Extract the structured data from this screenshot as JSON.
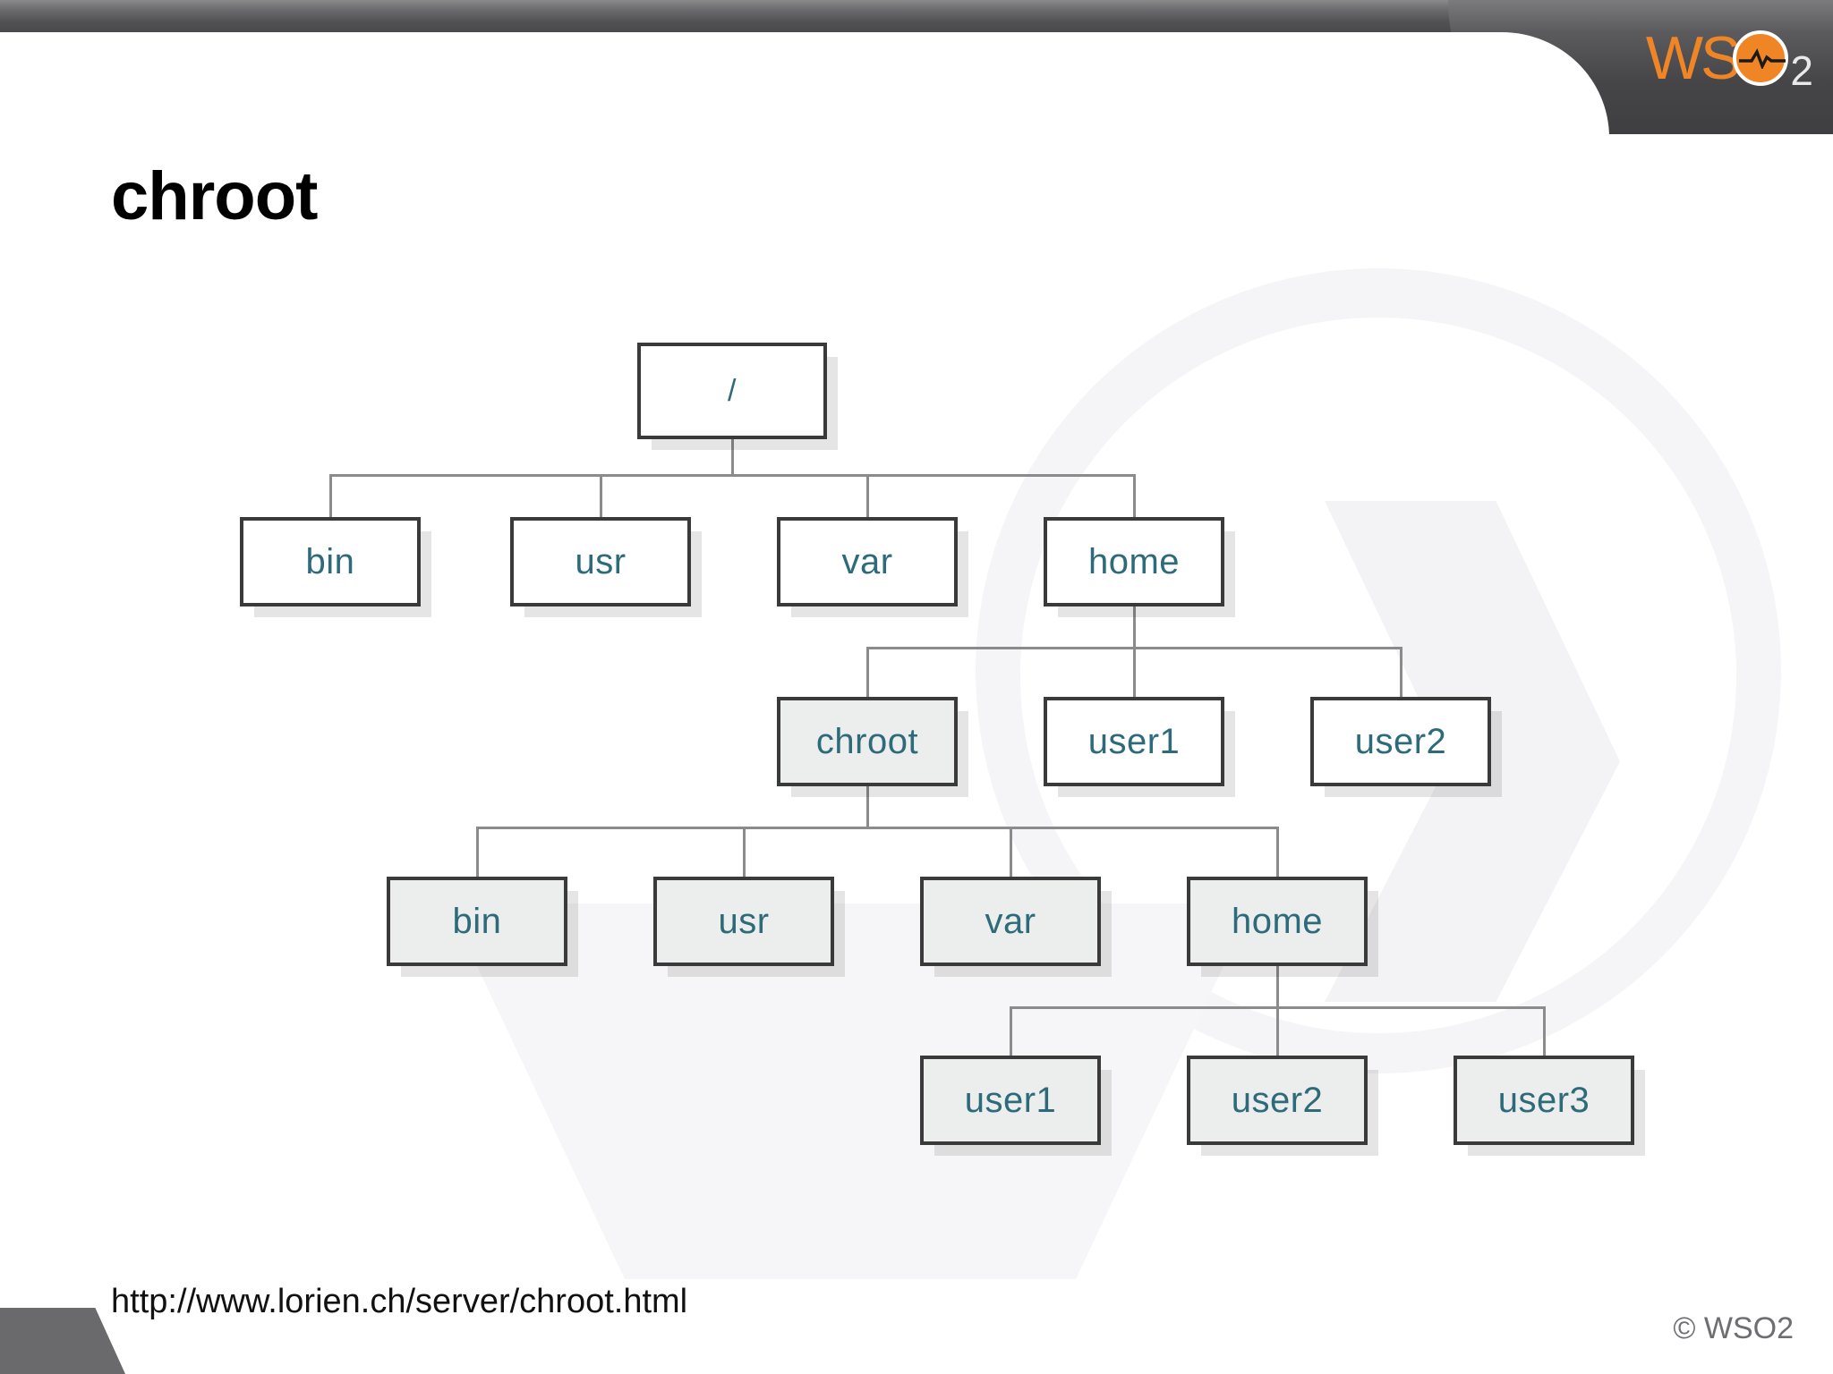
{
  "brand": {
    "logo_text_primary": "WS",
    "logo_text_subscript": "2",
    "logo_icon": "pulse-circle-icon",
    "accent_color": "#f08526",
    "header_color": "#4a4a4d"
  },
  "slide": {
    "title": "chroot",
    "source_url": "http://www.lorien.ch/server/chroot.html",
    "copyright": "© WSO2"
  },
  "diagram": {
    "type": "tree",
    "node_text_color": "#2e6b7a",
    "node_border_color": "#3a3a3a",
    "nodes": [
      {
        "id": "root",
        "label": "/",
        "level": 0,
        "shaded": false
      },
      {
        "id": "bin1",
        "label": "bin",
        "level": 1,
        "shaded": false
      },
      {
        "id": "usr1",
        "label": "usr",
        "level": 1,
        "shaded": false
      },
      {
        "id": "var1",
        "label": "var",
        "level": 1,
        "shaded": false
      },
      {
        "id": "home1",
        "label": "home",
        "level": 1,
        "shaded": false
      },
      {
        "id": "chroot",
        "label": "chroot",
        "level": 2,
        "shaded": true
      },
      {
        "id": "user1a",
        "label": "user1",
        "level": 2,
        "shaded": false
      },
      {
        "id": "user2a",
        "label": "user2",
        "level": 2,
        "shaded": false
      },
      {
        "id": "bin2",
        "label": "bin",
        "level": 3,
        "shaded": true
      },
      {
        "id": "usr2",
        "label": "usr",
        "level": 3,
        "shaded": true
      },
      {
        "id": "var2",
        "label": "var",
        "level": 3,
        "shaded": true
      },
      {
        "id": "home2",
        "label": "home",
        "level": 3,
        "shaded": true
      },
      {
        "id": "user1b",
        "label": "user1",
        "level": 4,
        "shaded": true
      },
      {
        "id": "user2b",
        "label": "user2",
        "level": 4,
        "shaded": true
      },
      {
        "id": "user3b",
        "label": "user3",
        "level": 4,
        "shaded": true
      }
    ],
    "edges": [
      {
        "from": "root",
        "to": "bin1"
      },
      {
        "from": "root",
        "to": "usr1"
      },
      {
        "from": "root",
        "to": "var1"
      },
      {
        "from": "root",
        "to": "home1"
      },
      {
        "from": "home1",
        "to": "chroot"
      },
      {
        "from": "home1",
        "to": "user1a"
      },
      {
        "from": "home1",
        "to": "user2a"
      },
      {
        "from": "chroot",
        "to": "bin2"
      },
      {
        "from": "chroot",
        "to": "usr2"
      },
      {
        "from": "chroot",
        "to": "var2"
      },
      {
        "from": "chroot",
        "to": "home2"
      },
      {
        "from": "home2",
        "to": "user1b"
      },
      {
        "from": "home2",
        "to": "user2b"
      },
      {
        "from": "home2",
        "to": "user3b"
      }
    ]
  }
}
